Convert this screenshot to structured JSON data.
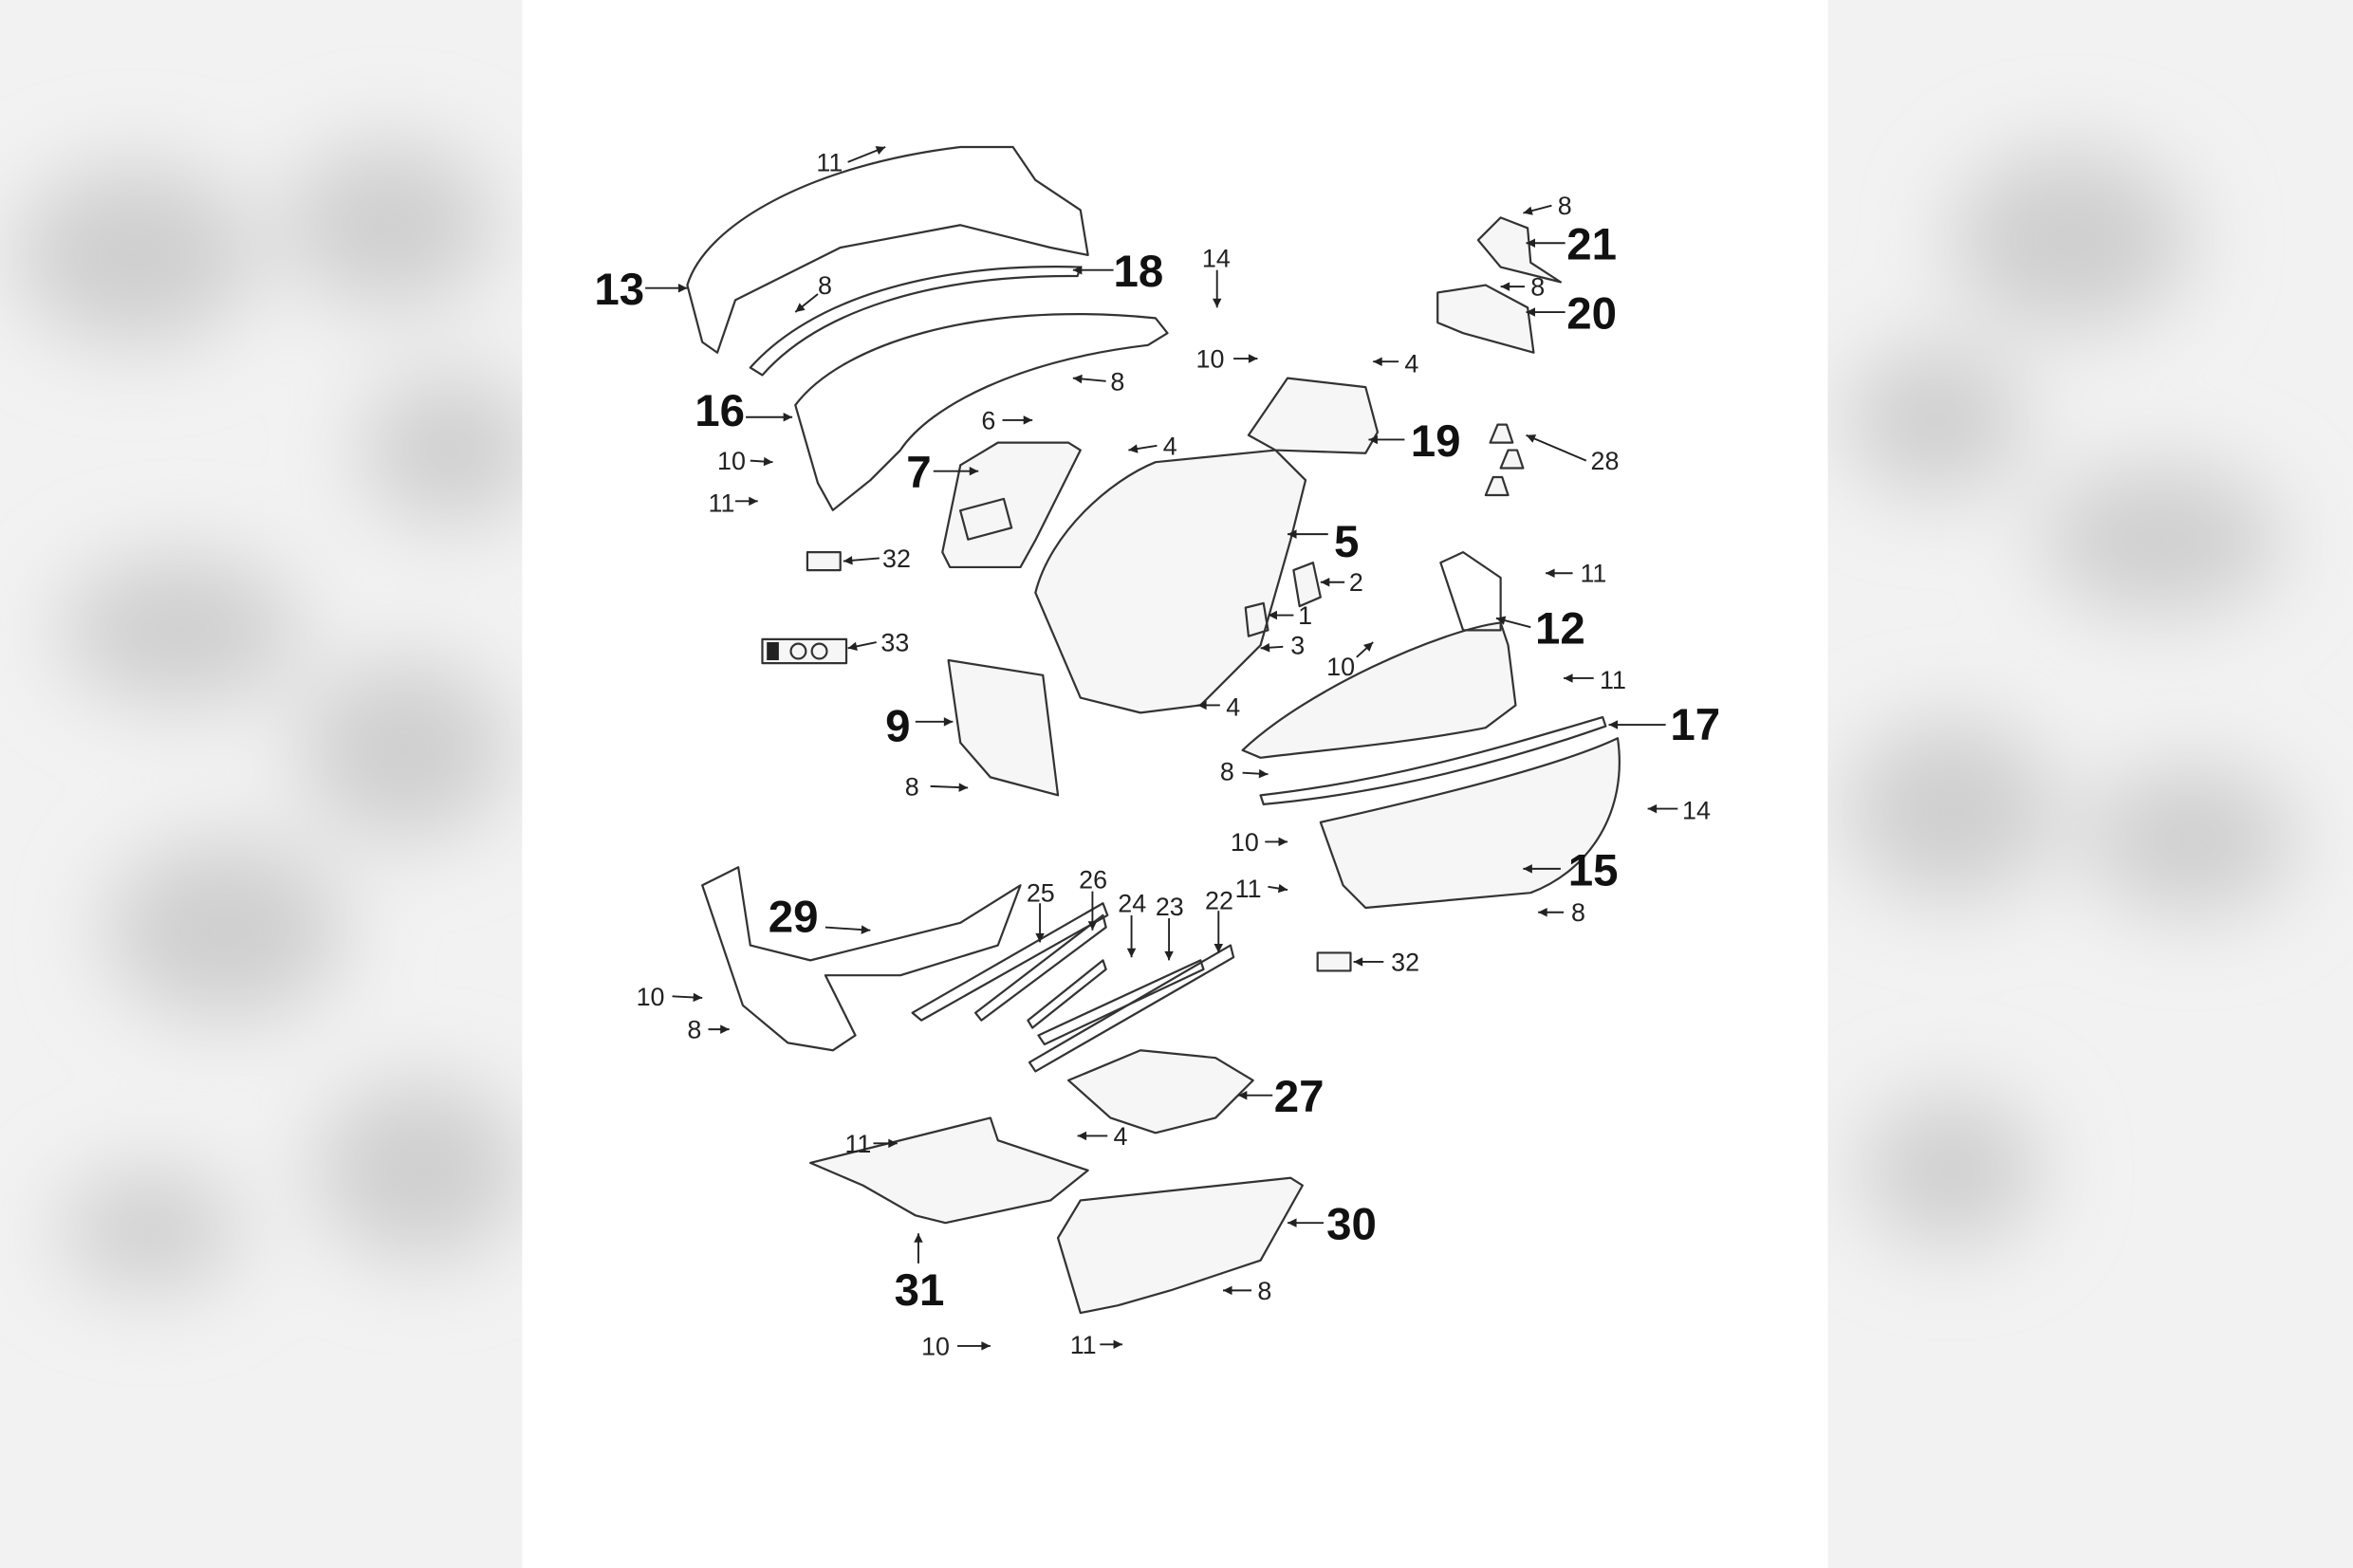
{
  "diagram": {
    "type": "exploded parts diagram",
    "line_color": "#333333",
    "background_color": "#ffffff",
    "side_blur_color": "#d9d9d9",
    "callouts": [
      {
        "text": "13",
        "style": "big"
      },
      {
        "text": "18",
        "style": "big"
      },
      {
        "text": "16",
        "style": "big"
      },
      {
        "text": "7",
        "style": "big"
      },
      {
        "text": "5",
        "style": "big"
      },
      {
        "text": "12",
        "style": "big"
      },
      {
        "text": "17",
        "style": "big"
      },
      {
        "text": "9",
        "style": "big"
      },
      {
        "text": "15",
        "style": "big"
      },
      {
        "text": "29",
        "style": "big"
      },
      {
        "text": "27",
        "style": "big"
      },
      {
        "text": "30",
        "style": "big"
      },
      {
        "text": "31",
        "style": "big"
      },
      {
        "text": "21",
        "style": "big"
      },
      {
        "text": "20",
        "style": "big"
      },
      {
        "text": "19",
        "style": "big"
      },
      {
        "text": "11",
        "style": "small"
      },
      {
        "text": "8",
        "style": "small"
      },
      {
        "text": "14",
        "style": "small"
      },
      {
        "text": "10",
        "style": "small"
      },
      {
        "text": "4",
        "style": "small"
      },
      {
        "text": "8",
        "style": "small"
      },
      {
        "text": "6",
        "style": "small"
      },
      {
        "text": "4",
        "style": "small"
      },
      {
        "text": "10",
        "style": "small"
      },
      {
        "text": "11",
        "style": "small"
      },
      {
        "text": "32",
        "style": "small"
      },
      {
        "text": "2",
        "style": "small"
      },
      {
        "text": "1",
        "style": "small"
      },
      {
        "text": "3",
        "style": "small"
      },
      {
        "text": "33",
        "style": "small"
      },
      {
        "text": "10",
        "style": "small"
      },
      {
        "text": "11",
        "style": "small"
      },
      {
        "text": "11",
        "style": "small"
      },
      {
        "text": "4",
        "style": "small"
      },
      {
        "text": "8",
        "style": "small"
      },
      {
        "text": "8",
        "style": "small"
      },
      {
        "text": "14",
        "style": "small"
      },
      {
        "text": "10",
        "style": "small"
      },
      {
        "text": "11",
        "style": "small"
      },
      {
        "text": "8",
        "style": "small"
      },
      {
        "text": "32",
        "style": "small"
      },
      {
        "text": "25",
        "style": "small"
      },
      {
        "text": "26",
        "style": "small"
      },
      {
        "text": "24",
        "style": "small"
      },
      {
        "text": "23",
        "style": "small"
      },
      {
        "text": "22",
        "style": "small"
      },
      {
        "text": "10",
        "style": "small"
      },
      {
        "text": "8",
        "style": "small"
      },
      {
        "text": "4",
        "style": "small"
      },
      {
        "text": "11",
        "style": "small"
      },
      {
        "text": "8",
        "style": "small"
      },
      {
        "text": "10",
        "style": "small"
      },
      {
        "text": "11",
        "style": "small"
      },
      {
        "text": "8",
        "style": "small"
      },
      {
        "text": "8",
        "style": "small"
      },
      {
        "text": "28",
        "style": "small"
      }
    ]
  }
}
